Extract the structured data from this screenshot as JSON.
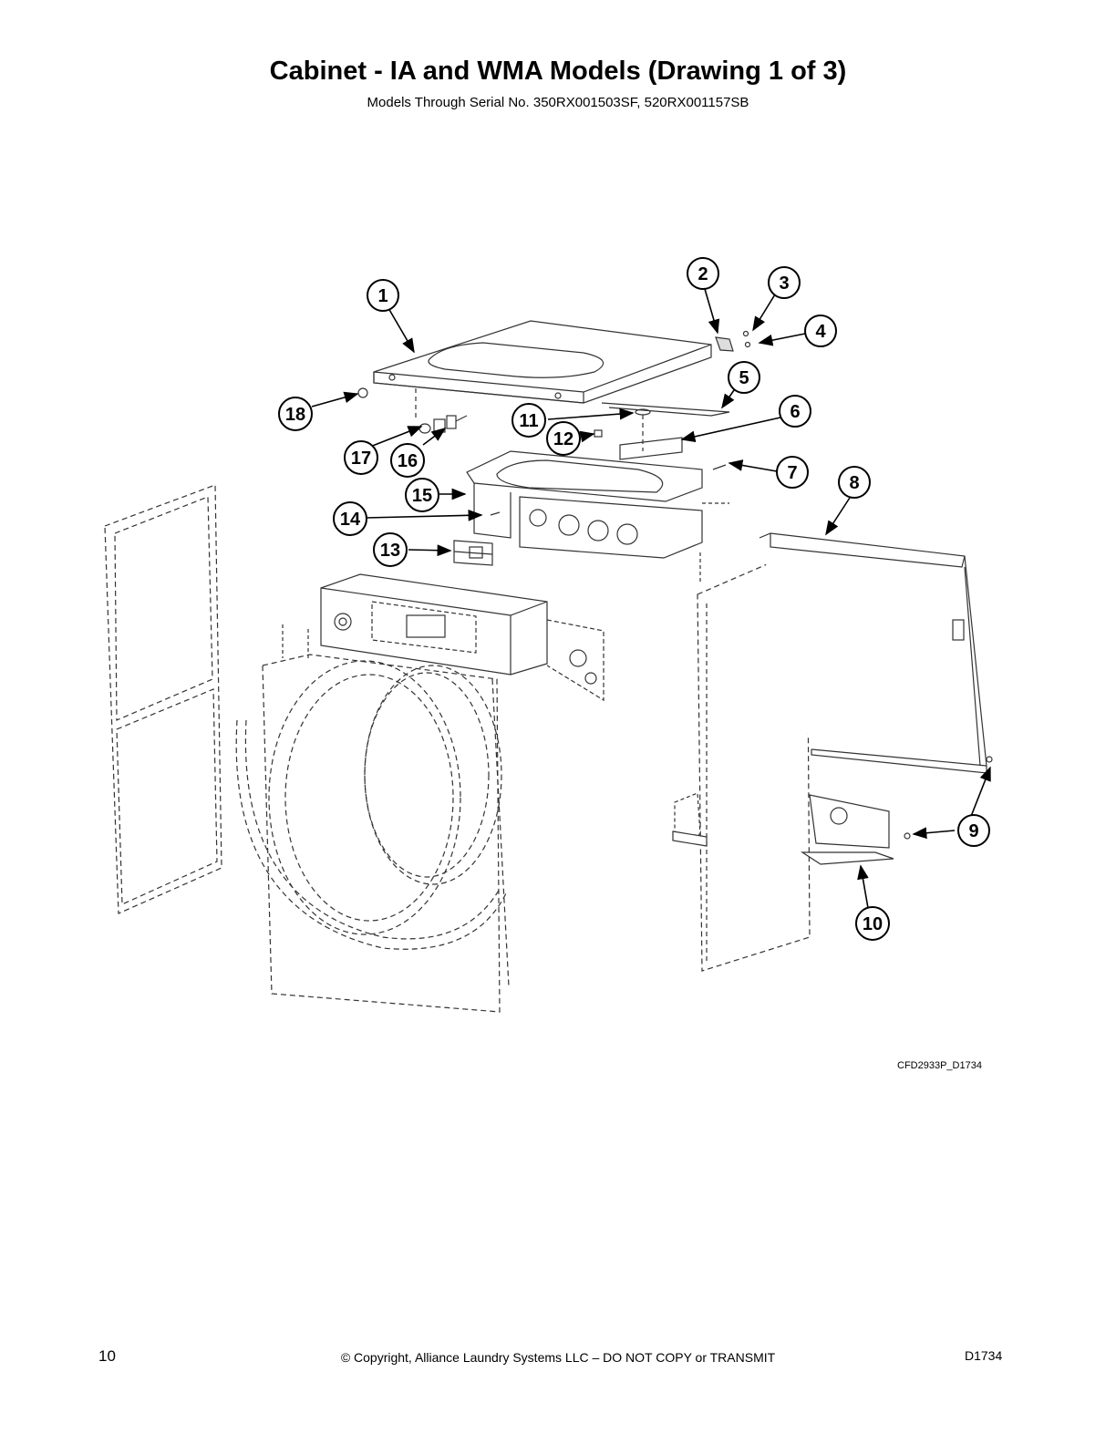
{
  "page": {
    "title": "Cabinet - IA and WMA Models (Drawing 1 of 3)",
    "subtitle": "Models Through Serial No. 350RX001503SF, 520RX001157SB",
    "drawing_code": "CFD2933P_D1734",
    "page_number": "10",
    "copyright": "© Copyright, Alliance Laundry Systems LLC – DO NOT COPY or TRANSMIT",
    "doc_code": "D1734"
  },
  "diagram": {
    "callouts": [
      "1",
      "2",
      "3",
      "4",
      "5",
      "6",
      "7",
      "8",
      "9",
      "10",
      "11",
      "12",
      "13",
      "14",
      "15",
      "16",
      "17",
      "18"
    ]
  }
}
